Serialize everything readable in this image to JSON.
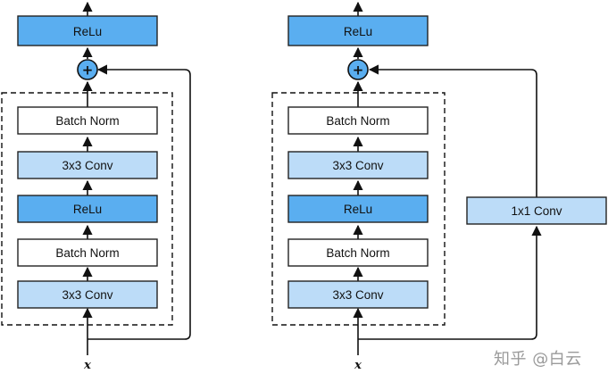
{
  "colors": {
    "relu": "#5aaef0",
    "conv": "#bcdcf8",
    "batch_norm": "#ffffff",
    "stroke": "#222222",
    "add_node": "#5aaef0"
  },
  "left_block": {
    "output_relu": "ReLu",
    "add_symbol": "+",
    "layers": [
      "Batch Norm",
      "3x3 Conv",
      "ReLu",
      "Batch Norm",
      "3x3 Conv"
    ],
    "input_label": "x"
  },
  "right_block": {
    "output_relu": "ReLu",
    "add_symbol": "+",
    "layers": [
      "Batch Norm",
      "3x3 Conv",
      "ReLu",
      "Batch Norm",
      "3x3 Conv"
    ],
    "shortcut_layer": "1x1 Conv",
    "input_label": "x"
  },
  "watermark": "知乎 @白云"
}
